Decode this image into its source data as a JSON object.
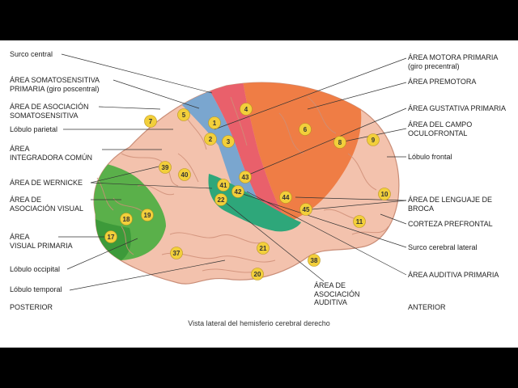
{
  "labels_left": {
    "surco_central": "Surco central",
    "area_somatosensitiva": "ÁREA SOMATOSENSITIVA\nPRIMARIA (giro poscentral)",
    "area_asociacion_somato": "ÁREA DE ASOCIACIÓN\nSOMATOSENSITIVA",
    "lobulo_parietal": "Lóbulo parietal",
    "area_integradora": "ÁREA\nINTEGRADORA COMÚN",
    "area_wernicke": "ÁREA DE WERNICKE",
    "area_asociacion_visual": "ÁREA DE\nASOCIACIÓN VISUAL",
    "area_visual_primaria": "ÁREA\nVISUAL PRIMARIA",
    "lobulo_occipital": "Lóbulo occipital",
    "lobulo_temporal": "Lóbulo temporal",
    "posterior": "POSTERIOR"
  },
  "labels_right": {
    "area_motora": "ÁREA MOTORA PRIMARIA\n(giro precentral)",
    "area_premotora": "ÁREA PREMOTORA",
    "area_gustativa": "ÁREA GUSTATIVA PRIMARIA",
    "area_campo_ocular": "ÁREA DEL CAMPO\nOCULOFRONTAL",
    "lobulo_frontal": "Lóbulo frontal",
    "area_broca": "ÁREA DE LENGUAJE DE\nBROCA",
    "corteza_prefrontal": "CORTEZA PREFRONTAL",
    "surco_lateral": "Surco cerebral lateral",
    "area_auditiva_primaria": "ÁREA AUDITIVA PRIMARIA",
    "anterior": "ANTERIOR"
  },
  "label_bottom": {
    "area_asociacion_auditiva": "ÁREA DE\nASOCIACIÓN\nAUDITIVA"
  },
  "caption": "Vista lateral del hemisferio cerebral derecho",
  "brodmann_areas": [
    "1",
    "2",
    "3",
    "4",
    "5",
    "6",
    "7",
    "8",
    "9",
    "10",
    "11",
    "17",
    "18",
    "19",
    "20",
    "21",
    "22",
    "37",
    "38",
    "39",
    "40",
    "41",
    "42",
    "43",
    "44",
    "45"
  ],
  "colors": {
    "cortex": "#f3c2ad",
    "somatosensory": "#7aa6cf",
    "motor": "#e9606b",
    "premotor": "#ef7d45",
    "auditory": "#2ea77a",
    "visual": "#5ab04a",
    "badge": "#f2cf3b"
  }
}
